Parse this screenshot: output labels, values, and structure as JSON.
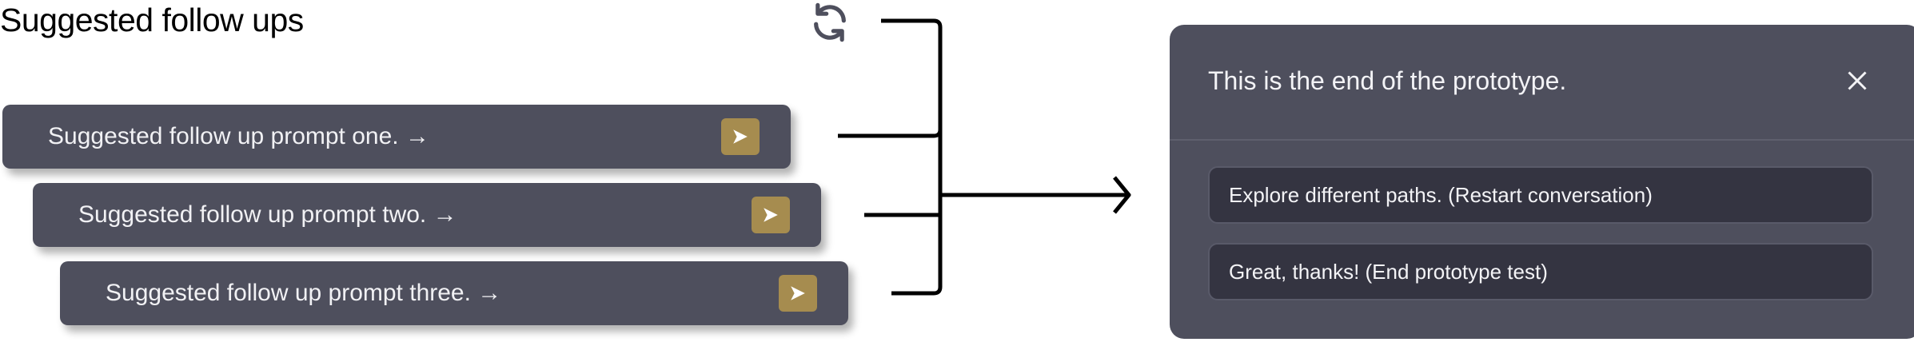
{
  "left": {
    "title": "Suggested follow ups",
    "refresh_icon": "refresh-icon",
    "prompts": [
      {
        "label": "Suggested follow up prompt one. →"
      },
      {
        "label": "Suggested follow up prompt two. →"
      },
      {
        "label": "Suggested follow up prompt three. →"
      }
    ],
    "send_icon": "send-arrow-icon",
    "accent_color": "#a68c4f",
    "button_color": "#4e4f5d"
  },
  "modal": {
    "title": "This is the end of the prototype.",
    "close_icon": "close-icon",
    "options": [
      {
        "label": "Explore different paths. (Restart conversation)"
      },
      {
        "label": "Great, thanks! (End prototype test)"
      }
    ]
  }
}
